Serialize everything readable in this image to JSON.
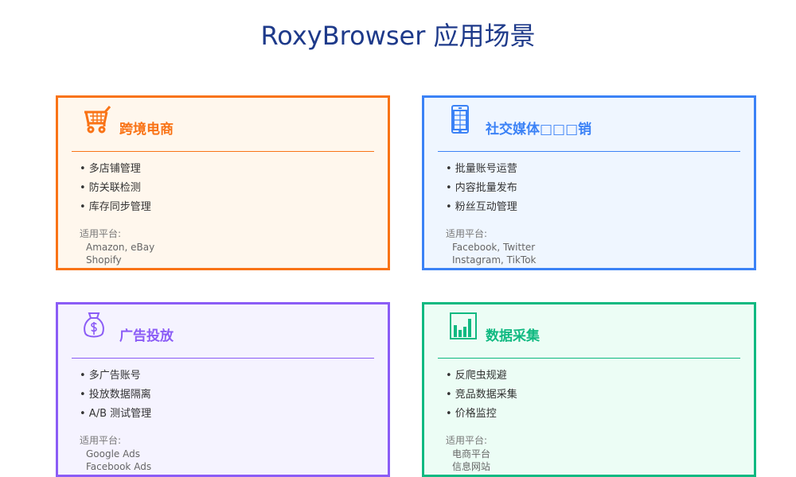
{
  "title": "RoxyBrowser 应用场景",
  "cards": [
    {
      "title": "跨境电商",
      "icon": "shopping-cart-icon",
      "color": "#f97316",
      "bg": "#fff7ed",
      "items": [
        "• 多店铺管理",
        "• 防关联检测",
        "• 库存同步管理"
      ],
      "platform_label": "适用平台:",
      "platforms": [
        "Amazon, eBay",
        "Shopify"
      ]
    },
    {
      "title": "社交媒体□□□销",
      "icon": "smartphone-icon",
      "color": "#3b82f6",
      "bg": "#eff6ff",
      "items": [
        "• 批量账号运营",
        "• 内容批量发布",
        "• 粉丝互动管理"
      ],
      "platform_label": "适用平台:",
      "platforms": [
        "Facebook, Twitter",
        "Instagram, TikTok"
      ]
    },
    {
      "title": "广告投放",
      "icon": "money-bag-icon",
      "color": "#8b5cf6",
      "bg": "#f5f3ff",
      "items": [
        "• 多广告账号",
        "• 投放数据隔离",
        "• A/B 测试管理"
      ],
      "platform_label": "适用平台:",
      "platforms": [
        "Google Ads",
        "Facebook Ads"
      ]
    },
    {
      "title": "数据采集",
      "icon": "bar-chart-icon",
      "color": "#10b981",
      "bg": "#ecfdf5",
      "items": [
        "• 反爬虫规避",
        "• 竞品数据采集",
        "• 价格监控"
      ],
      "platform_label": "适用平台:",
      "platforms": [
        "电商平台",
        "信息网站"
      ]
    }
  ]
}
